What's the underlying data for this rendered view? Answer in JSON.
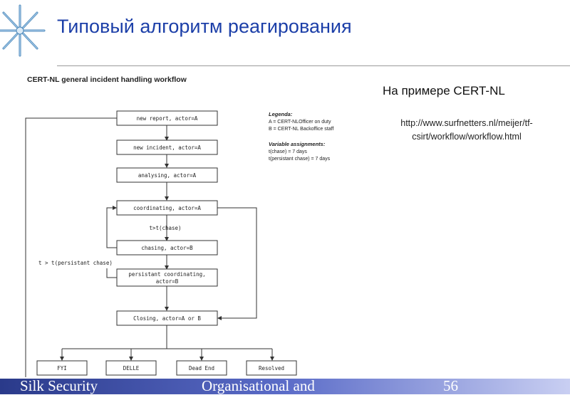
{
  "slide": {
    "title": "Типовый алгоритм реагирования",
    "side_heading": "На примере CERT-NL",
    "side_link": "http://www.surfnetters.nl/meijer/tf-csirt/workflow/workflow.html",
    "footer": {
      "left": "Silk Security",
      "center": "Organisational and",
      "page_number": "56"
    }
  },
  "flowchart": {
    "heading": "CERT-NL general incident handling workflow",
    "nodes": [
      "new report, actor=A",
      "new incident, actor=A",
      "analysing, actor=A",
      "coordinating, actor=A",
      "chasing, actor=B",
      "persistant coordinating,",
      "actor=B",
      "Closing, actor=A or B",
      "FYI",
      "DELLE",
      "Dead End",
      "Resolved"
    ],
    "edge_labels": {
      "chase": "t>t(chase)",
      "persistant": "t > t(persistant chase)"
    },
    "legend": {
      "title": "Legenda:",
      "a": "A = CERT-NLOfficer on duty",
      "b": "B = CERT-NL Backoffice staff"
    },
    "variables": {
      "title": "Variable assignments:",
      "chase": "t(chase) = 7 days",
      "persistant": "t(persistant chase) = 7 days"
    }
  }
}
